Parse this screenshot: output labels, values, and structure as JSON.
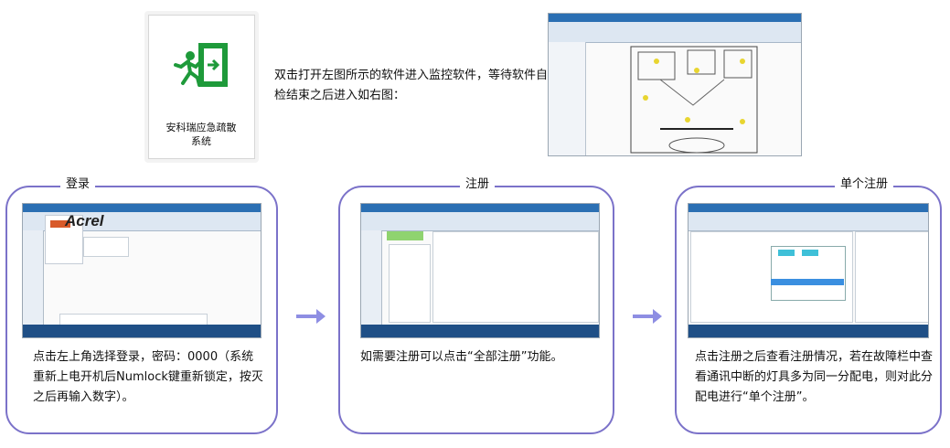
{
  "app_icon": {
    "caption": "安科瑞应急疏散\n系统",
    "icon": "emergency-exit-icon"
  },
  "intro_text": "双击打开左图所示的软件进入监控软件，等待软件自检结束之后进入如右图：",
  "panels": [
    {
      "title": "登录",
      "text": "点击左上角选择登录，密码：0000（系统重新上电开机后Numlock键重新锁定，按灭之后再输入数字）。"
    },
    {
      "title": "注册",
      "text": "如需要注册可以点击“全部注册”功能。"
    },
    {
      "title": "单个注册",
      "text": "点击注册之后查看注册情况，若在故障栏中查看通讯中断的灯具多为同一分配电，则对此分配电进行“单个注册”。"
    }
  ],
  "login_shot": {
    "brand": "Acrel"
  },
  "colors": {
    "panel_border": "#7b72c9",
    "arrow": "#8e8ee3",
    "icon_green": "#1e9a3a"
  }
}
